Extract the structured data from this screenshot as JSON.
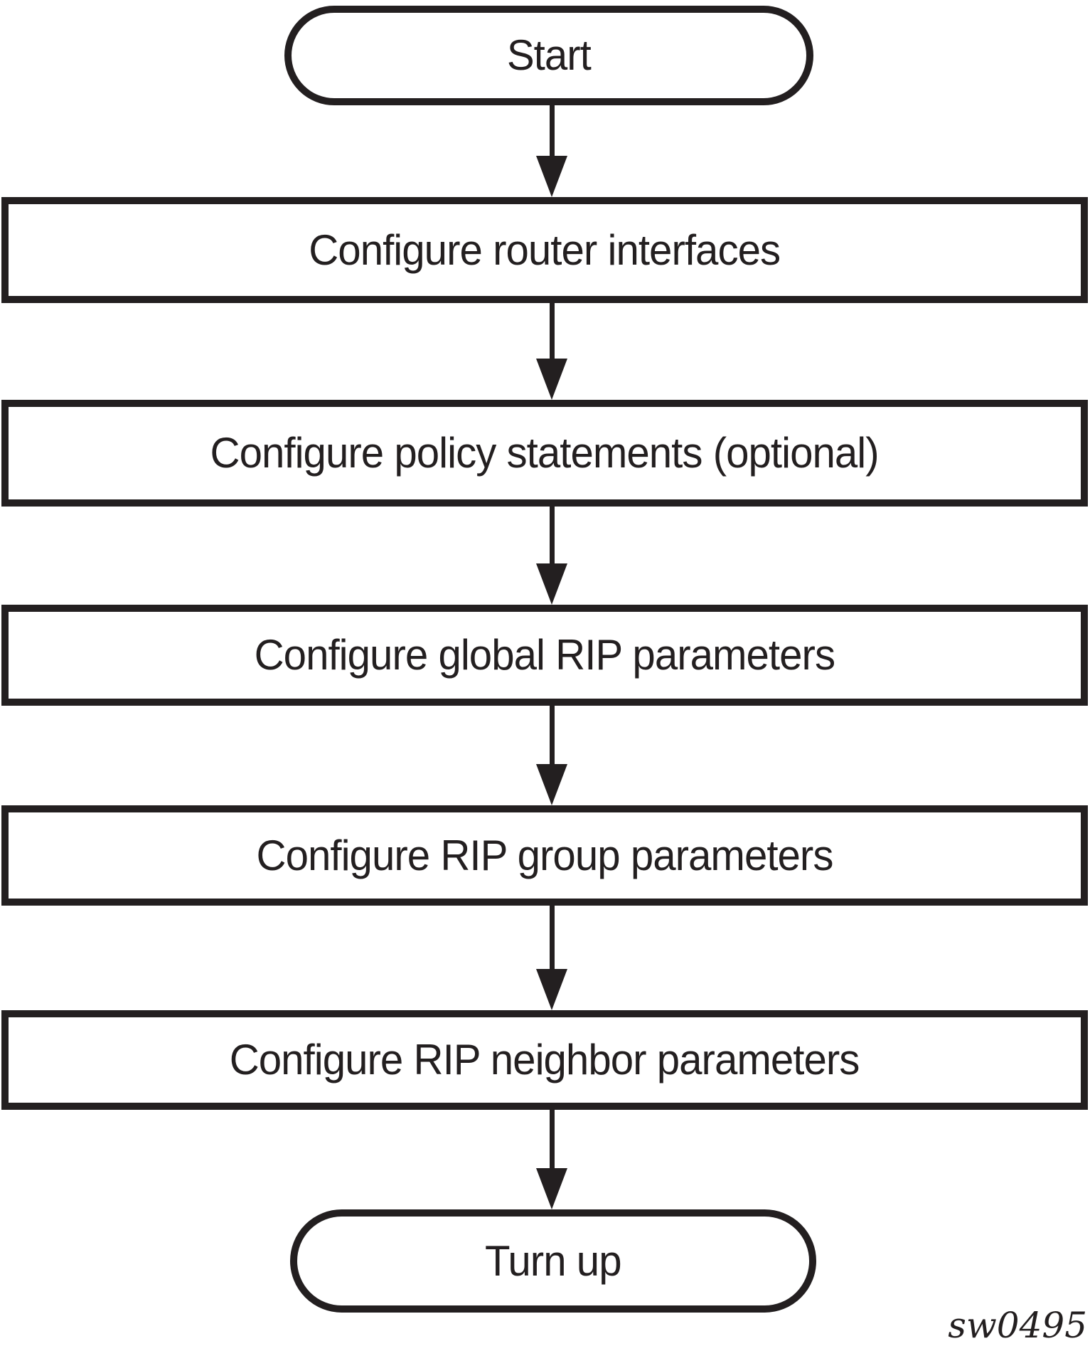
{
  "diagram": {
    "type": "flowchart",
    "ink_color": "#231f20",
    "background_color": "#ffffff",
    "watermark": "sw0495",
    "nodes": [
      {
        "id": "start",
        "type": "terminator",
        "label": "Start"
      },
      {
        "id": "step-1",
        "type": "process",
        "label": "Configure router interfaces"
      },
      {
        "id": "step-2",
        "type": "process",
        "label": "Configure policy statements (optional)"
      },
      {
        "id": "step-3",
        "type": "process",
        "label": "Configure global RIP parameters"
      },
      {
        "id": "step-4",
        "type": "process",
        "label": "Configure RIP group parameters"
      },
      {
        "id": "step-5",
        "type": "process",
        "label": "Configure RIP neighbor parameters"
      },
      {
        "id": "end",
        "type": "terminator",
        "label": "Turn up"
      }
    ],
    "edges": [
      {
        "from": "start",
        "to": "step-1"
      },
      {
        "from": "step-1",
        "to": "step-2"
      },
      {
        "from": "step-2",
        "to": "step-3"
      },
      {
        "from": "step-3",
        "to": "step-4"
      },
      {
        "from": "step-4",
        "to": "step-5"
      },
      {
        "from": "step-5",
        "to": "end"
      }
    ]
  }
}
